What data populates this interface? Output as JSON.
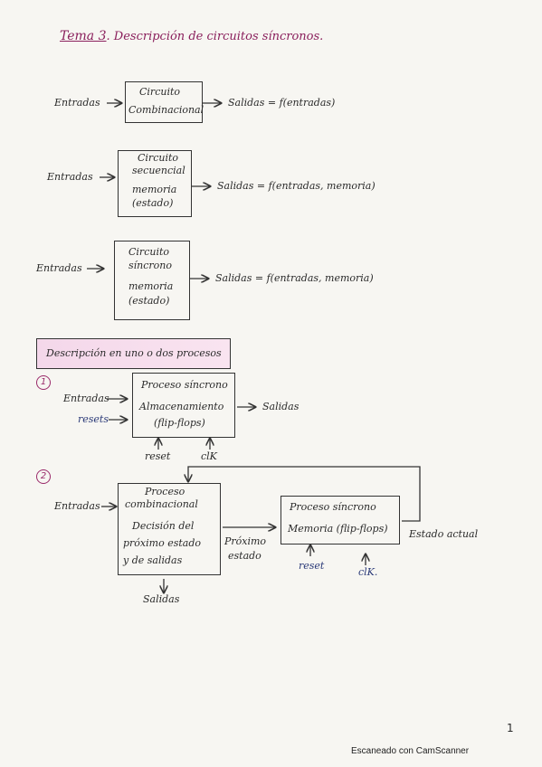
{
  "title": {
    "tema": "Tema 3",
    "rest": ". Descripción de circuitos síncronos."
  },
  "diagram1": {
    "inputs": "Entradas",
    "box_line1": "Circuito",
    "box_line2": "Combinacional",
    "output": "Salidas = f(entradas)"
  },
  "diagram2": {
    "inputs": "Entradas",
    "box_line1": "Circuito",
    "box_line2": "secuencial",
    "box_line3": "memoria",
    "box_line4": "(estado)",
    "output": "Salidas = f(entradas, memoria)"
  },
  "diagram3": {
    "inputs": "Entradas",
    "box_line1": "Circuito",
    "box_line2": "síncrono",
    "box_line3": "memoria",
    "box_line4": "(estado)",
    "output": "Salidas = f(entradas, memoria)"
  },
  "section": {
    "heading": "Descripción en uno o dos procesos"
  },
  "option1": {
    "marker": "1",
    "inputs": "Entradas",
    "resets": "resets",
    "box_line1": "Proceso síncrono",
    "box_line2": "Almacenamiento",
    "box_line3": "(flip-flops)",
    "output": "Salidas",
    "reset": "reset",
    "clk": "clK"
  },
  "option2": {
    "marker": "2",
    "inputs": "Entradas",
    "comb_line1": "Proceso",
    "comb_line2": "combinacional",
    "comb_line3": "Decisión del",
    "comb_line4": "próximo estado",
    "comb_line5": "y de salidas",
    "next_state_1": "Próximo",
    "next_state_2": "estado",
    "sync_line1": "Proceso síncrono",
    "sync_line2": "Memoria (flip-flops)",
    "current_state": "Estado actual",
    "reset": "reset",
    "clk": "clK.",
    "outputs": "Salidas"
  },
  "page_number": "1",
  "footer": "Escaneado con CamScanner"
}
